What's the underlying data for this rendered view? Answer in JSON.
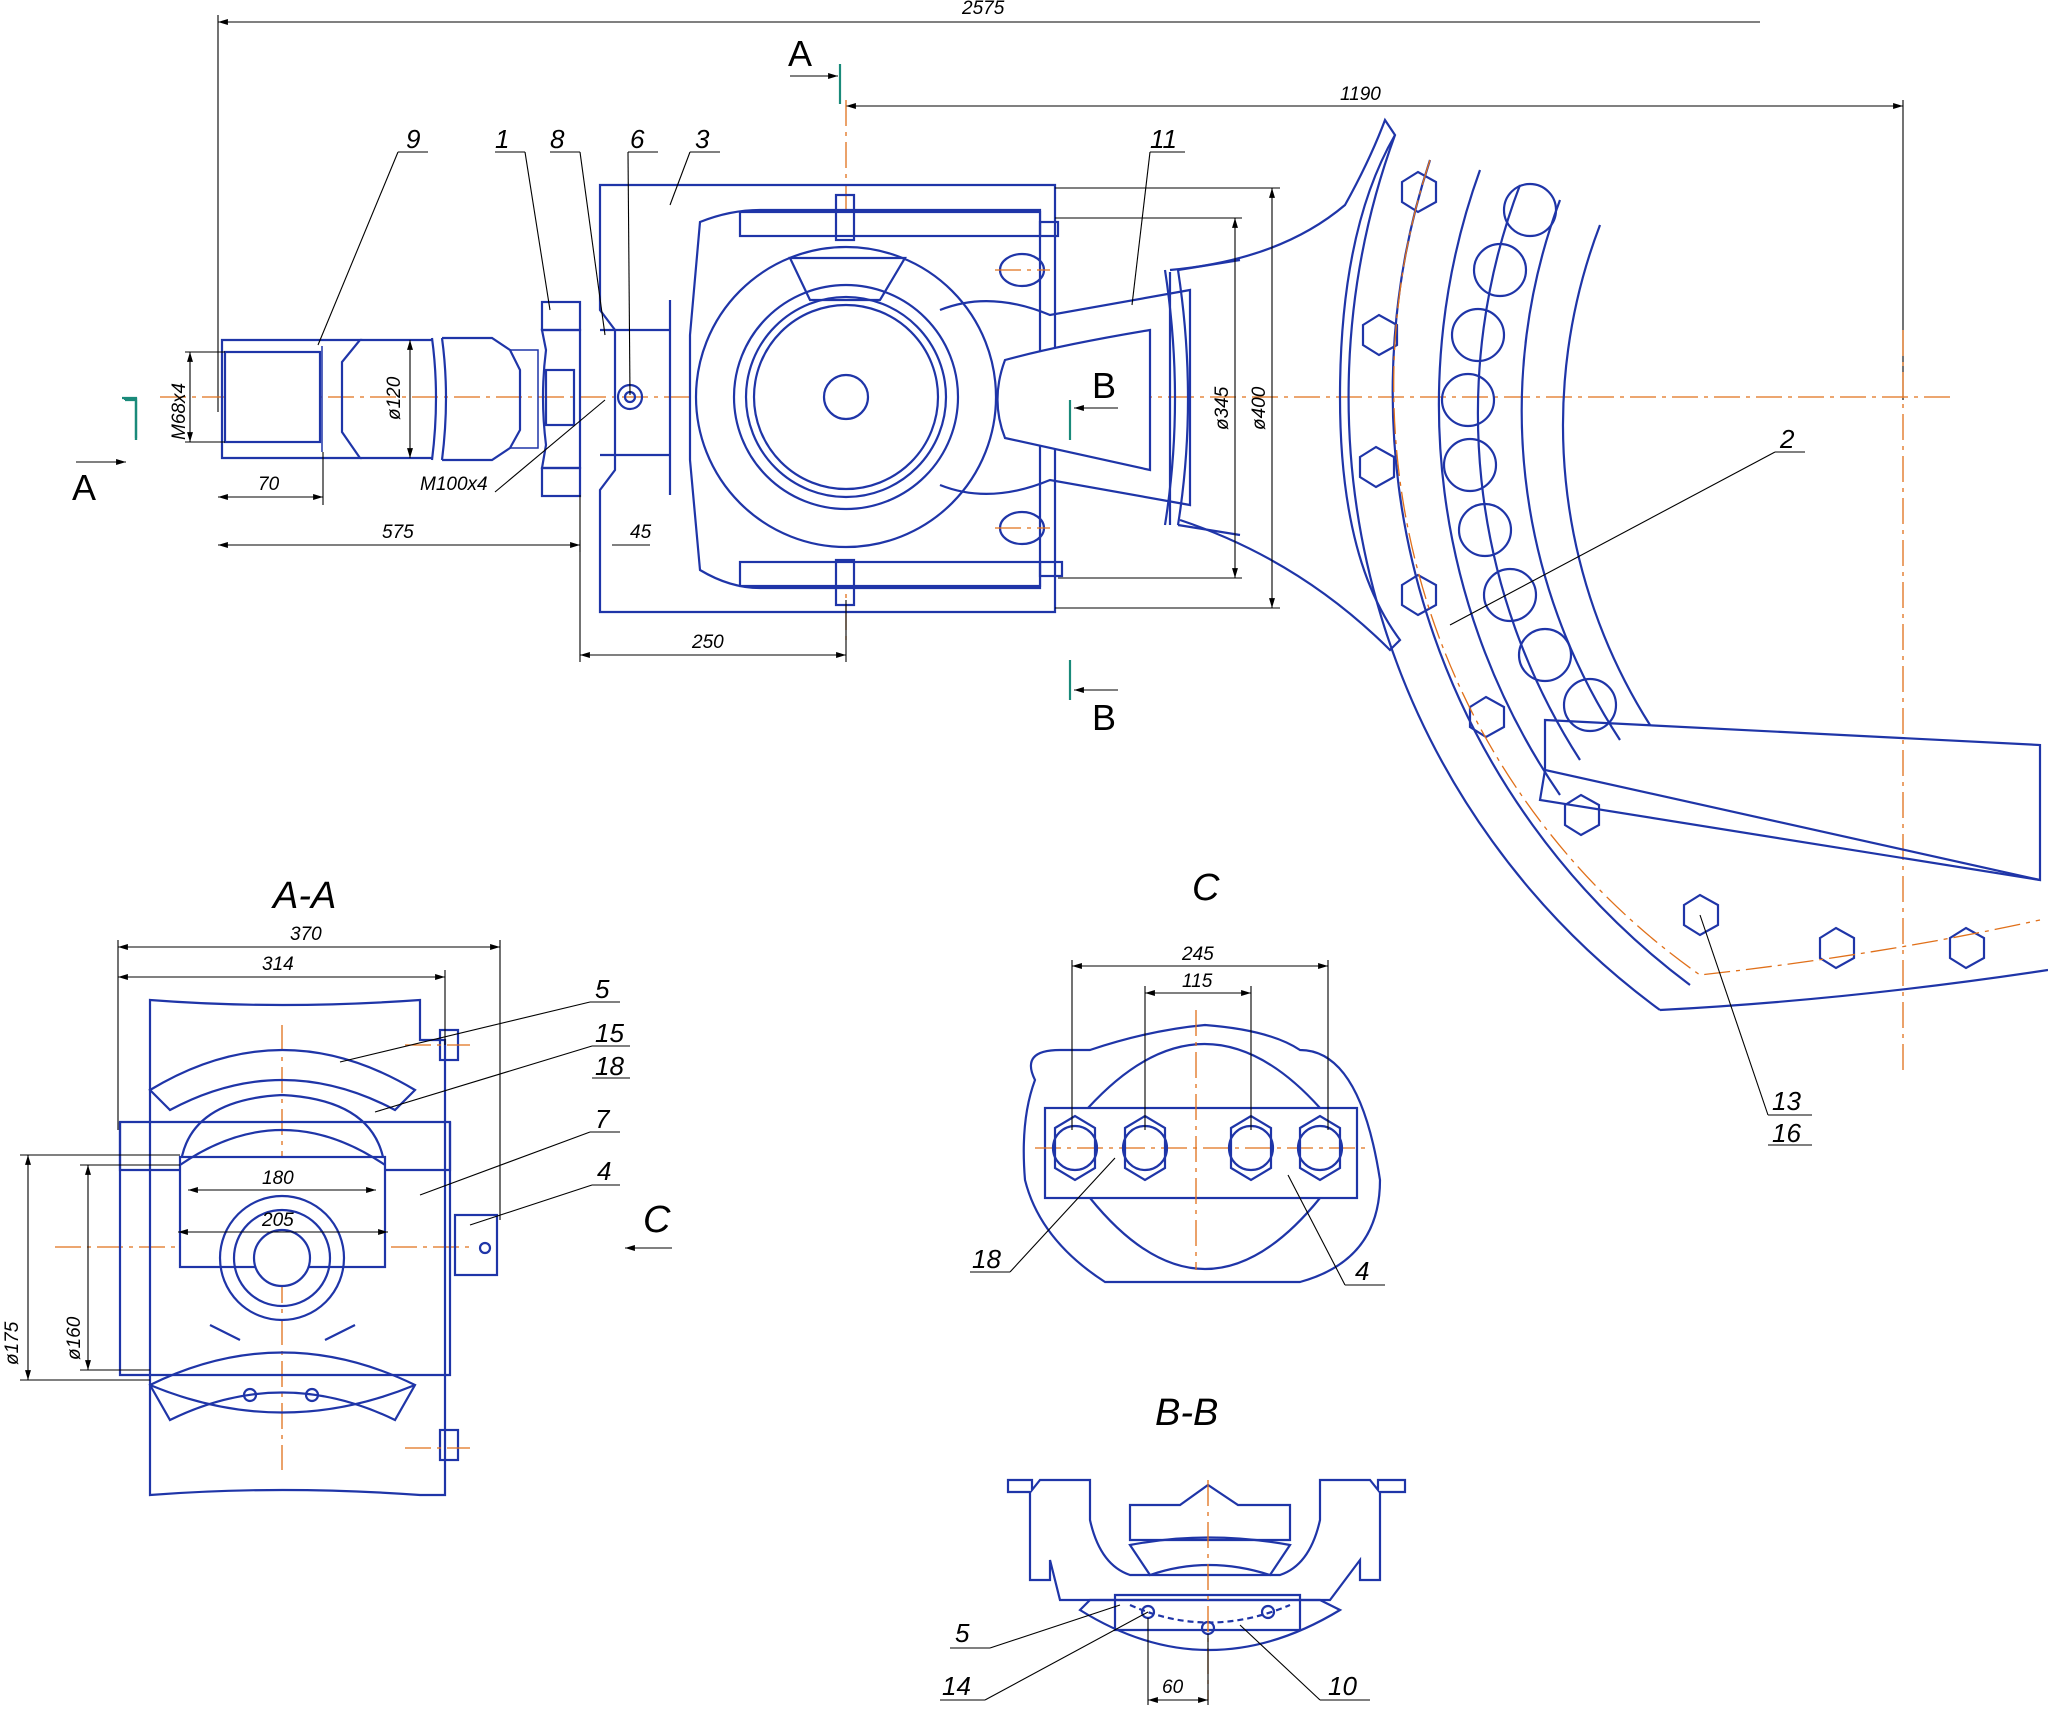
{
  "dimensions": {
    "total_length": "2575",
    "arm_to_center": "1190",
    "thread_small": "M68x4",
    "thread_large": "M100x4",
    "dia_120": "ø120",
    "len_70": "70",
    "len_575": "575",
    "len_45": "45",
    "len_250": "250",
    "dia_345": "ø345",
    "dia_400": "ø400",
    "aa_370": "370",
    "aa_314": "314",
    "aa_180": "180",
    "aa_205": "205",
    "aa_dia_175": "ø175",
    "aa_dia_160": "ø160",
    "c_245": "245",
    "c_115": "115",
    "bb_60": "60"
  },
  "section_marks": {
    "a": "A",
    "b": "B"
  },
  "view_titles": {
    "aa": "A-A",
    "c": "C",
    "bb": "B-B"
  },
  "view_arrow_label": "C",
  "part_numbers": {
    "p9": "9",
    "p1": "1",
    "p8": "8",
    "p6": "6",
    "p3": "3",
    "p11": "11",
    "p2": "2",
    "p13": "13",
    "p16": "16",
    "aa_5": "5",
    "aa_15": "15",
    "aa_18": "18",
    "aa_7": "7",
    "aa_4": "4",
    "c_18": "18",
    "c_4": "4",
    "bb_5": "5",
    "bb_14": "14",
    "bb_10": "10"
  },
  "colors": {
    "outline": "#1f35a8",
    "centerline": "#e0701a",
    "dimension": "#000000",
    "section_mark": "#1a8a7a"
  }
}
